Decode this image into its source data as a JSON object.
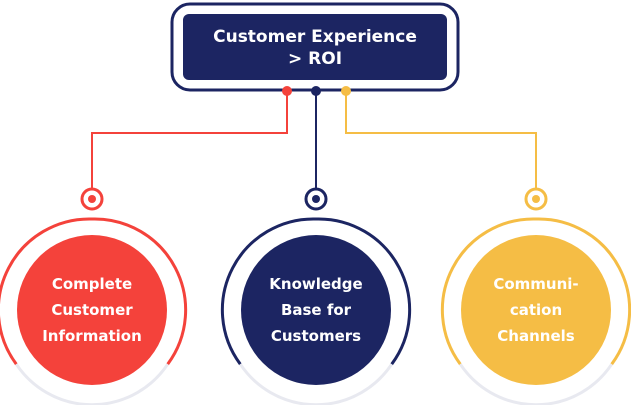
{
  "header": {
    "line1": "Customer Experience",
    "line2": "> ROI"
  },
  "nodes": [
    {
      "lines": [
        "Complete",
        "Customer",
        "Information"
      ],
      "color": "#f4423b"
    },
    {
      "lines": [
        "Knowledge",
        "Base for",
        "Customers"
      ],
      "color": "#1c2562"
    },
    {
      "lines": [
        "Communi-",
        "cation",
        "Channels"
      ],
      "color": "#f5bd45"
    }
  ],
  "colors": {
    "navy": "#1c2562",
    "red": "#f4423b",
    "yellow": "#f5bd45",
    "ring": "#e8e9f0"
  }
}
